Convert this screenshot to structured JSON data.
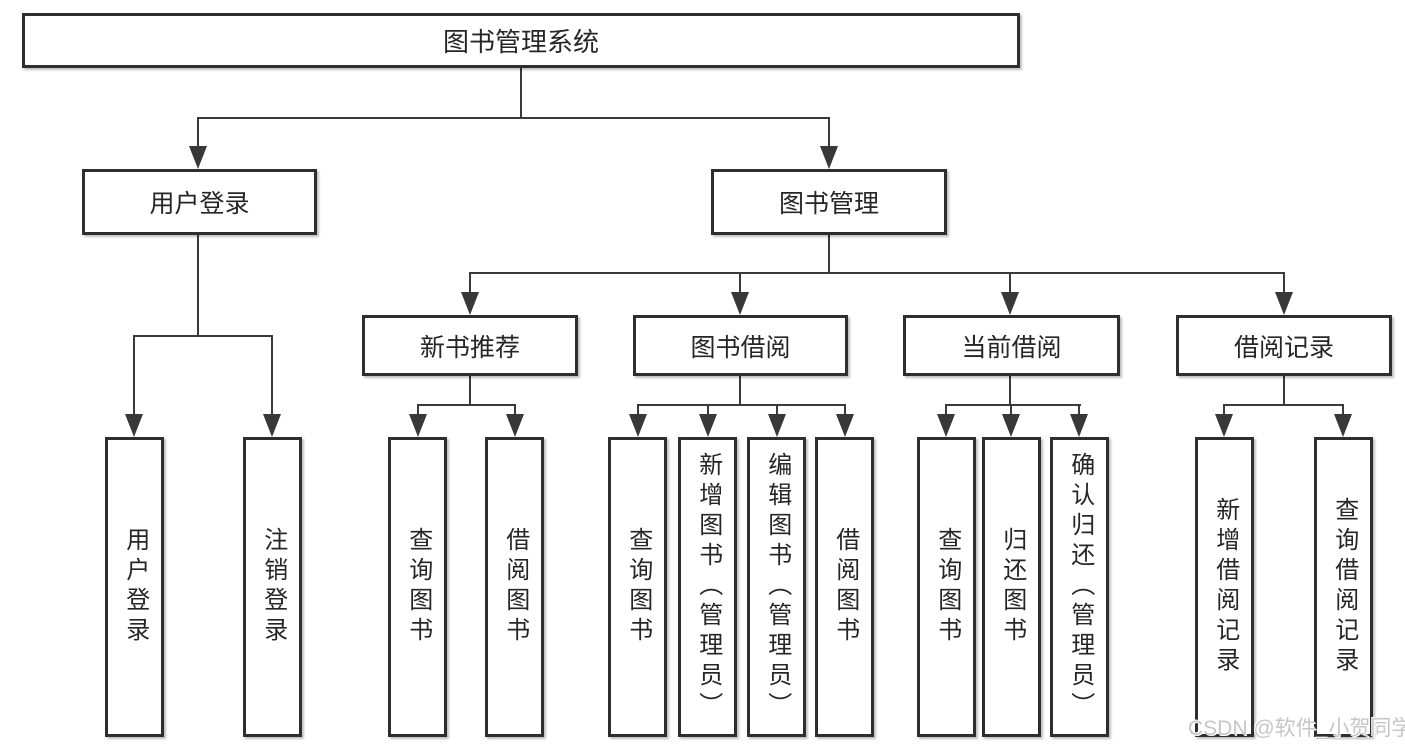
{
  "diagram": {
    "root": {
      "label": "图书管理系统"
    },
    "user_login": {
      "label": "用户登录",
      "children": {
        "login": {
          "label": "用户登录"
        },
        "logout": {
          "label": "注销登录"
        }
      }
    },
    "book_mgmt": {
      "label": "图书管理",
      "new_book": {
        "label": "新书推荐",
        "children": {
          "query_books": {
            "label": "查询图书"
          },
          "borrow_books": {
            "label": "借阅图书"
          }
        }
      },
      "book_borrow": {
        "label": "图书借阅",
        "children": {
          "query_books": {
            "label": "查询图书"
          },
          "add_books": {
            "label": "新增图书（管理员）"
          },
          "edit_books": {
            "label": "编辑图书（管理员）"
          },
          "borrow_books": {
            "label": "借阅图书"
          }
        }
      },
      "current_borrow": {
        "label": "当前借阅",
        "children": {
          "query_books": {
            "label": "查询图书"
          },
          "return_books": {
            "label": "归还图书"
          },
          "confirm_return": {
            "label": "确认归还（管理员）"
          }
        }
      },
      "borrow_record": {
        "label": "借阅记录",
        "children": {
          "add_record": {
            "label": "新增借阅记录"
          },
          "query_record": {
            "label": "查询借阅记录"
          }
        }
      }
    }
  },
  "watermark": {
    "text": "CSDN @软件_小贺同学"
  },
  "colors": {
    "background": "#ffffff",
    "box_fill": "#ffffff",
    "box_border": "#2e2e2e",
    "line": "#3a3a3a",
    "text": "#262626",
    "watermark": "#c6c6c6"
  }
}
